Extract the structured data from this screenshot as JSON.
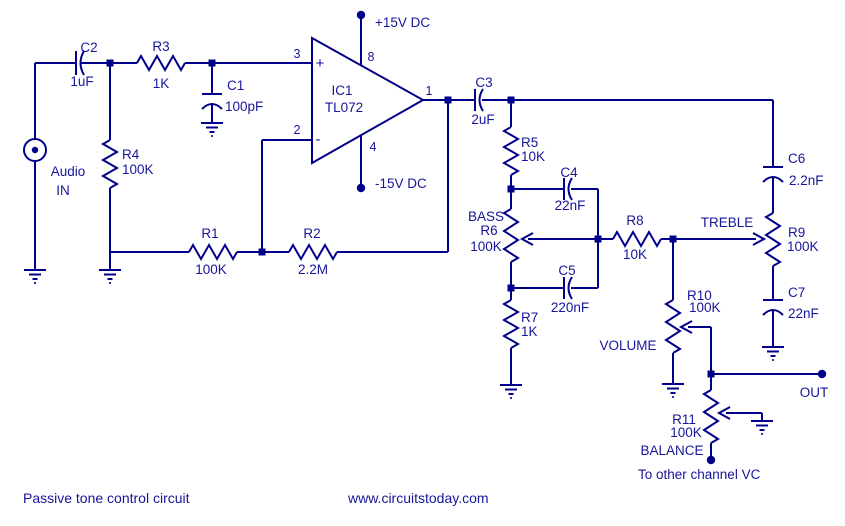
{
  "title": "Passive tone control circuit",
  "website": "www.circuitstoday.com",
  "colors": {
    "wire": "#00008B",
    "text": "#16169A",
    "background": "#ffffff"
  },
  "source": {
    "line1": "Audio",
    "line2": "IN"
  },
  "output": {
    "label": "OUT",
    "other_channel": "To other channel VC"
  },
  "power": {
    "positive": "+15V DC",
    "negative": "-15V DC"
  },
  "opamp": {
    "ref": "IC1",
    "part": "TL072",
    "plus": "+",
    "minus": "-",
    "pin_noninv": "3",
    "pin_inv": "2",
    "pin_vcc": "8",
    "pin_vee": "4",
    "pin_out": "1"
  },
  "controls": {
    "bass": "BASS",
    "treble": "TREBLE",
    "volume": "VOLUME",
    "balance": "BALANCE"
  },
  "components": {
    "c1": {
      "ref": "C1",
      "value": "100pF"
    },
    "c2": {
      "ref": "C2",
      "value": "1uF"
    },
    "c3": {
      "ref": "C3",
      "value": "2uF"
    },
    "c4": {
      "ref": "C4",
      "value": "22nF"
    },
    "c5": {
      "ref": "C5",
      "value": "220nF"
    },
    "c6": {
      "ref": "C6",
      "value": "2.2nF"
    },
    "c7": {
      "ref": "C7",
      "value": "22nF"
    },
    "r1": {
      "ref": "R1",
      "value": "100K"
    },
    "r2": {
      "ref": "R2",
      "value": "2.2M"
    },
    "r3": {
      "ref": "R3",
      "value": "1K"
    },
    "r4": {
      "ref": "R4",
      "value": "100K"
    },
    "r5": {
      "ref": "R5",
      "value": "10K"
    },
    "r6": {
      "ref": "R6",
      "value": "100K"
    },
    "r7": {
      "ref": "R7",
      "value": "1K"
    },
    "r8": {
      "ref": "R8",
      "value": "10K"
    },
    "r9": {
      "ref": "R9",
      "value": "100K"
    },
    "r10": {
      "ref": "R10",
      "value": "100K"
    },
    "r11": {
      "ref": "R11",
      "value": "100K"
    }
  }
}
